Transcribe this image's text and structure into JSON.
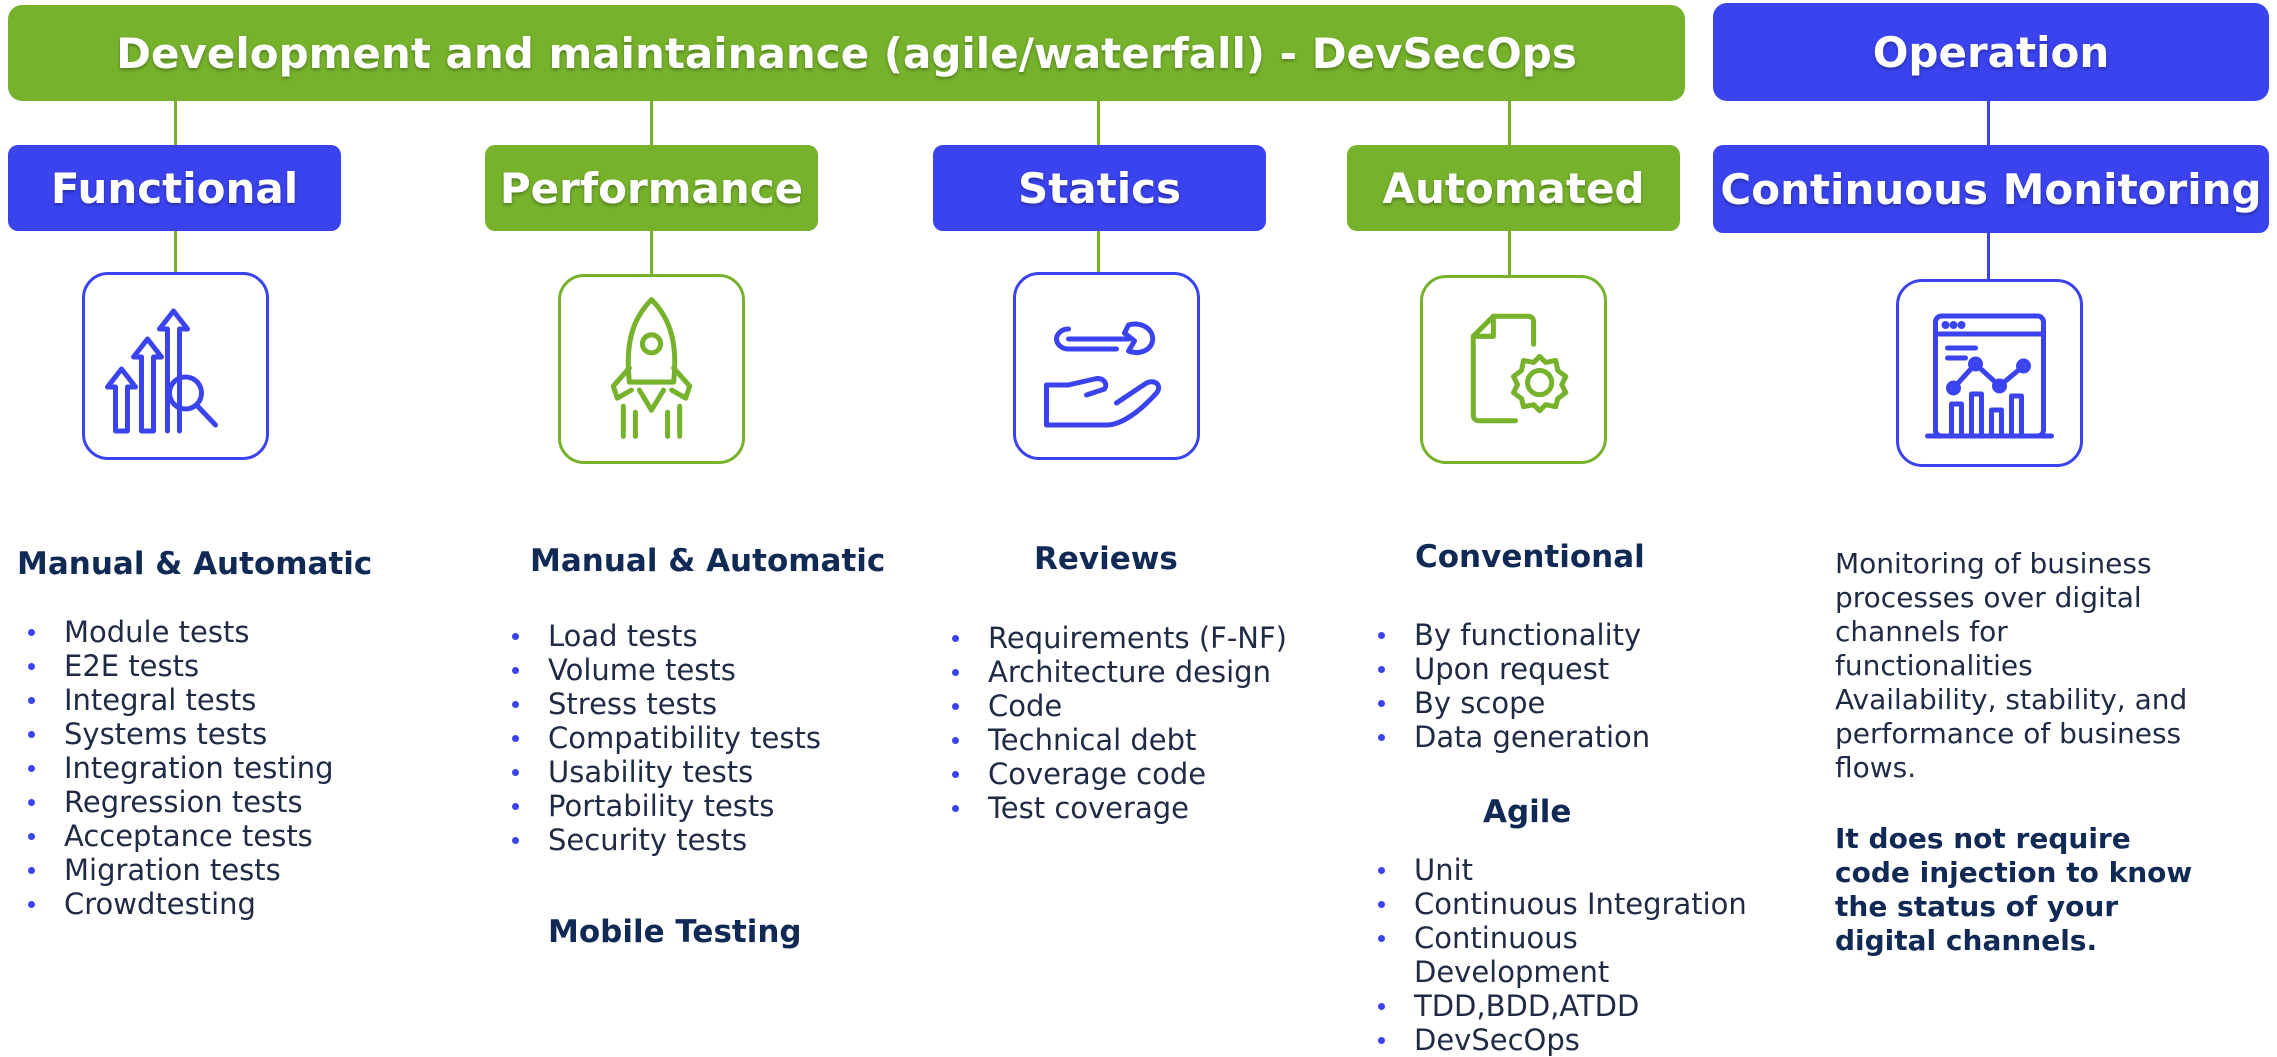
{
  "colors": {
    "green": "#76b22c",
    "blue": "#3a43ee",
    "heading": "#102a55"
  },
  "top": {
    "dev_title": "Development and maintainance  (agile/waterfall) - DevSecOps",
    "ops_title": "Operation"
  },
  "categories": [
    {
      "label": "Functional",
      "color": "blue",
      "icon": "growth-chart-magnifier-icon"
    },
    {
      "label": "Performance",
      "color": "green",
      "icon": "rocket-icon"
    },
    {
      "label": "Statics",
      "color": "blue",
      "icon": "wrench-hand-icon"
    },
    {
      "label": "Automated",
      "color": "green",
      "icon": "document-gear-icon"
    },
    {
      "label": "Continuous Monitoring",
      "color": "blue",
      "icon": "dashboard-chart-icon"
    }
  ],
  "functional": {
    "heading": "Manual & Automatic",
    "items": [
      "Module tests",
      "E2E tests",
      "Integral tests",
      "Systems tests",
      "Integration testing",
      "Regression tests",
      "Acceptance tests",
      "Migration tests",
      "Crowdtesting"
    ]
  },
  "performance": {
    "heading": "Manual & Automatic",
    "items": [
      "Load tests",
      "Volume tests",
      "Stress tests",
      "Compatibility tests",
      "Usability tests",
      "Portability tests",
      "Security tests"
    ],
    "subheading": "Mobile Testing"
  },
  "statics": {
    "heading": "Reviews",
    "items": [
      "Requirements (F-NF)",
      "Architecture design",
      "Code",
      "Technical debt",
      "Coverage code",
      "Test coverage"
    ]
  },
  "automated": {
    "heading": "Conventional",
    "items": [
      "By functionality",
      "Upon request",
      "By scope",
      "Data generation"
    ],
    "agile_heading": "Agile",
    "agile_items": [
      "Unit",
      "Continuous Integration",
      "Continuous Development",
      "TDD,BDD,ATDD",
      "DevSecOps"
    ]
  },
  "monitoring": {
    "description": "Monitoring of business processes over digital channels for functionalities Availability, stability, and performance of business flows.",
    "note": "It does not require code injection to know the status of your digital channels."
  }
}
